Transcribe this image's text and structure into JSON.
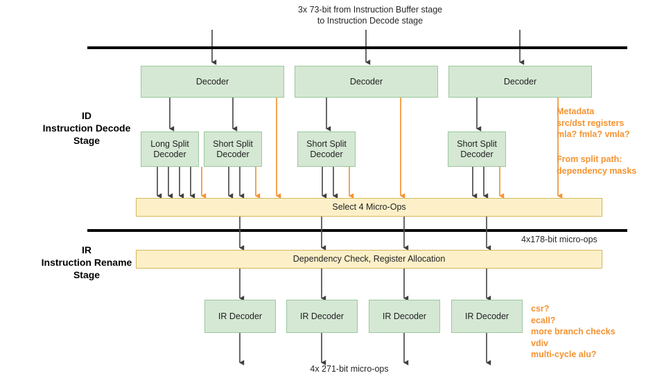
{
  "diagram": {
    "top_caption": "3x 73-bit from Instruction Buffer stage\nto Instruction Decode stage",
    "bottom_caption": "4x 271-bit micro-ops",
    "midstage_caption": "4x178-bit micro-ops",
    "colors": {
      "green_fill": "#d5e8d4",
      "green_stroke": "#9ac79b",
      "cream_fill": "#fdf0c9",
      "cream_stroke": "#d6b656",
      "arrow_gray": "#4d4d4d",
      "arrow_orange": "#f59331",
      "rule_black": "#000000",
      "text": "#262626"
    },
    "stages": [
      {
        "id": "id-stage",
        "label": "ID\nInstruction Decode\nStage"
      },
      {
        "id": "ir-stage",
        "label": "IR\nInstruction Rename\nStage"
      }
    ],
    "decoders": [
      {
        "label": "Decoder"
      },
      {
        "label": "Decoder"
      },
      {
        "label": "Decoder"
      }
    ],
    "split_decoders": [
      {
        "label": "Long Split\nDecoder"
      },
      {
        "label": "Short Split\nDecoder"
      },
      {
        "label": "Short Split\nDecoder"
      },
      {
        "label": "Short Split\nDecoder"
      }
    ],
    "select_bar": {
      "label": "Select 4 Micro-Ops"
    },
    "dependency_bar": {
      "label": "Dependency Check, Register Allocation"
    },
    "ir_decoders": [
      {
        "label": "IR Decoder"
      },
      {
        "label": "IR Decoder"
      },
      {
        "label": "IR Decoder"
      },
      {
        "label": "IR Decoder"
      }
    ],
    "annotations": [
      {
        "id": "metadata-note",
        "text": "Metadata\nsrc/dst registers\nmla? fmla? vmla?"
      },
      {
        "id": "split-path-note",
        "text": "From split path:\ndependency masks"
      },
      {
        "id": "ir-questions-note",
        "text": "csr?\necall?\nmore branch checks\nvdiv\nmulti-cycle alu?"
      }
    ]
  }
}
